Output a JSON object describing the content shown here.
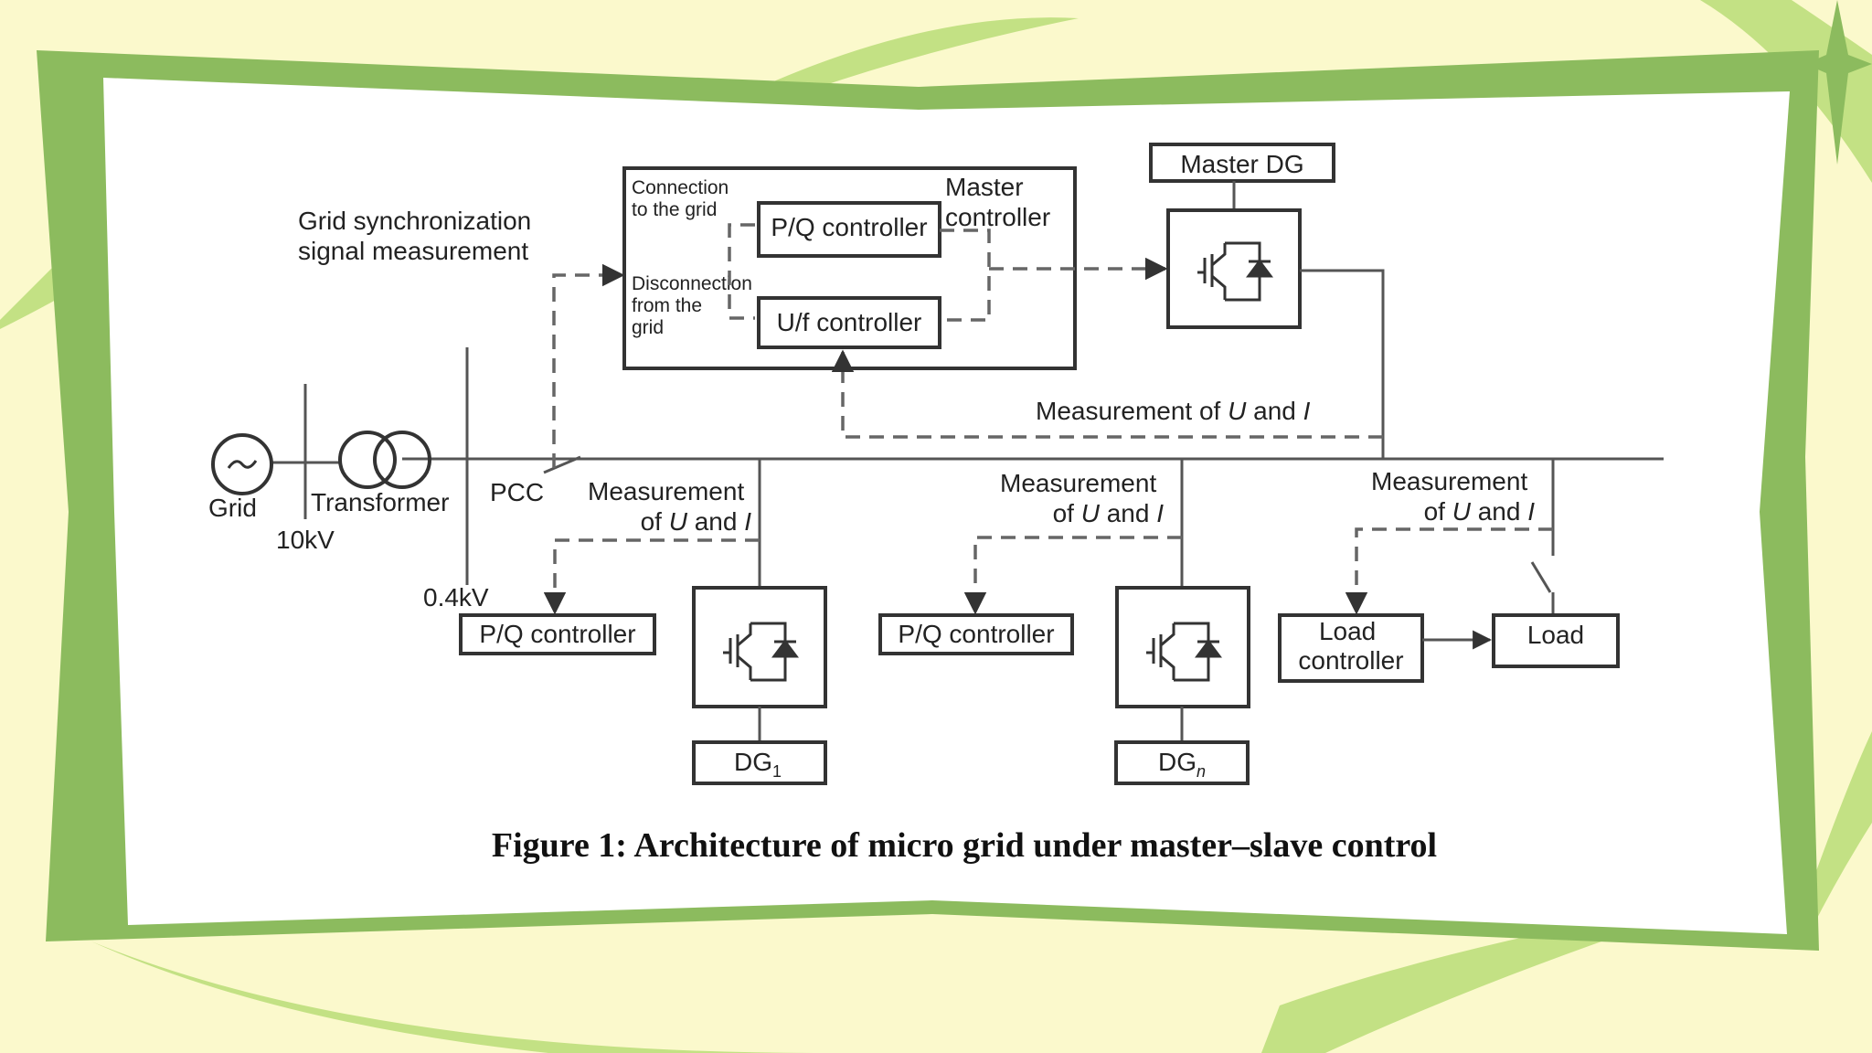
{
  "caption": "Figure 1: Architecture of micro grid under master–slave control",
  "source": {
    "label": "Grid",
    "icon": "ac-source-icon"
  },
  "transformer": {
    "label": "Transformer",
    "icon": "transformer-icon"
  },
  "voltages": {
    "high": "10kV",
    "low": "0.4kV"
  },
  "pcc_label": "PCC",
  "grid_sync_label": [
    "Grid synchronization",
    "signal measurement"
  ],
  "master_controller": {
    "title": [
      "Master",
      "controller"
    ],
    "connection_label": [
      "Connection",
      "to the grid"
    ],
    "disconnection_label": [
      "Disconnection",
      "from the",
      "grid"
    ],
    "pq_controller": "P/Q controller",
    "uf_controller": "U/f controller"
  },
  "master_dg": {
    "label": "Master DG",
    "icon": "inverter-icon"
  },
  "measurement_main": {
    "prefix": "Measurement of ",
    "u": "U",
    "and": " and ",
    "i": "I"
  },
  "branch1": {
    "measurement": {
      "line1": "Measurement",
      "of": "of ",
      "u": "U",
      "and": " and ",
      "i": "I"
    },
    "controller": "P/Q controller",
    "dg": {
      "base": "DG",
      "sub": "1"
    }
  },
  "branch2": {
    "measurement": {
      "line1": "Measurement",
      "of": "of ",
      "u": "U",
      "and": " and ",
      "i": "I"
    },
    "controller": "P/Q controller",
    "dg": {
      "base": "DG",
      "sub": "n"
    }
  },
  "branch3": {
    "measurement": {
      "line1": "Measurement",
      "of": "of ",
      "u": "U",
      "and": " and ",
      "i": "I"
    },
    "controller": [
      "Load",
      "controller"
    ],
    "load": "Load"
  },
  "colors": {
    "frame": "#8cbb5e",
    "background": "#fbf9cc",
    "panel": "#ffffff",
    "leaf": "#c3e184"
  }
}
